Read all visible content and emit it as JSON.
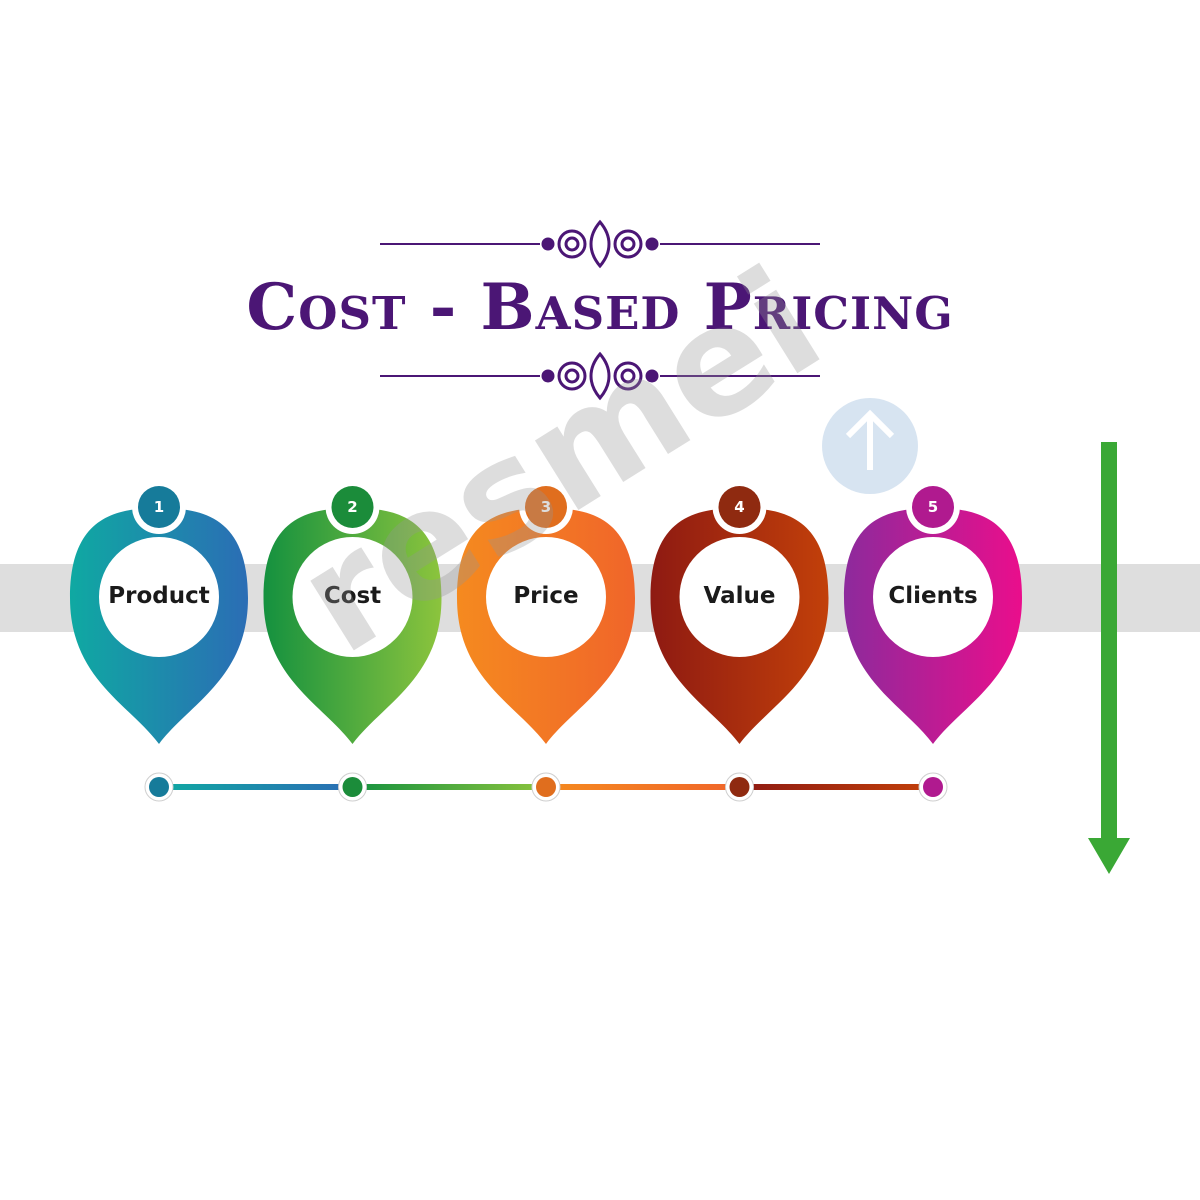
{
  "title": "Cost - Based Pricing",
  "steps": [
    {
      "number": "1",
      "label": "Product",
      "colors": [
        "#0fa9a2",
        "#2b6db5"
      ],
      "dark": "#167b9a"
    },
    {
      "number": "2",
      "label": "Cost",
      "colors": [
        "#14913f",
        "#8cc43d"
      ],
      "dark": "#1b8c3a"
    },
    {
      "number": "3",
      "label": "Price",
      "colors": [
        "#f58a1f",
        "#f0652a"
      ],
      "dark": "#e06e1e"
    },
    {
      "number": "4",
      "label": "Value",
      "colors": [
        "#8e1a12",
        "#c2400a"
      ],
      "dark": "#8f2a10"
    },
    {
      "number": "5",
      "label": "Clients",
      "colors": [
        "#8d2a9c",
        "#ea0e8c"
      ],
      "dark": "#b01a8f"
    }
  ],
  "watermark": "resmei",
  "colors": {
    "title": "#4b1675",
    "arrow": "#3aa835",
    "band": "#dedede"
  },
  "icons": {
    "watermark_badge": "up-arrow-badge-icon",
    "arrow": "down-arrow-icon"
  }
}
